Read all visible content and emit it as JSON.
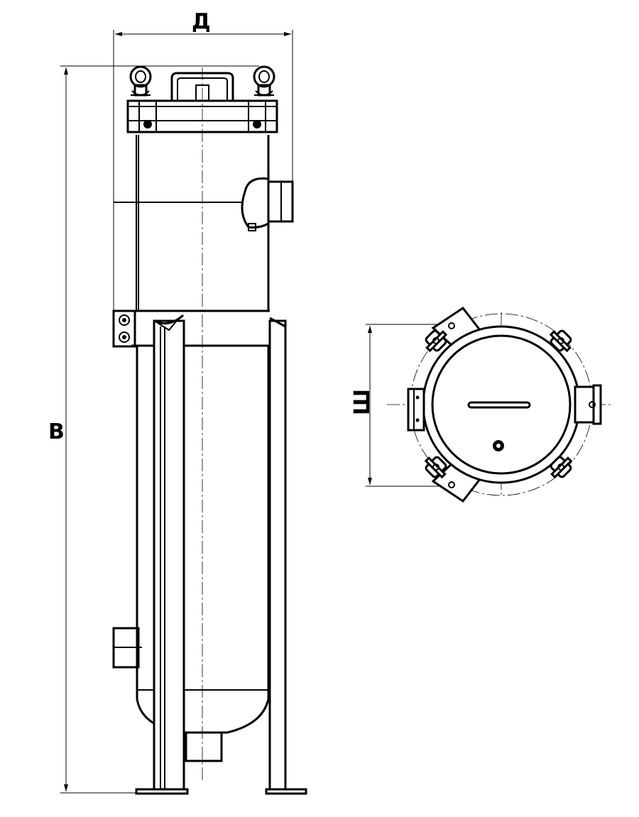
{
  "drawing": {
    "dimensions": {
      "length_label": "Д",
      "height_label": "В",
      "width_label": "Ш"
    }
  }
}
